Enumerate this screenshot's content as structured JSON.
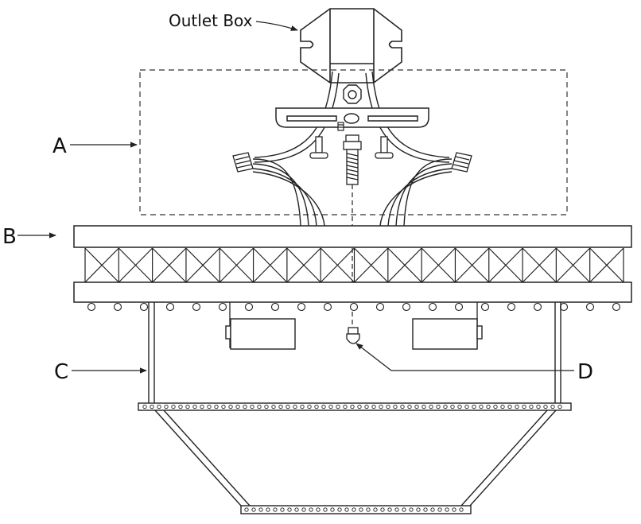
{
  "labels": {
    "outlet_box": "Outlet Box",
    "a": "A",
    "b": "B",
    "c": "C",
    "d": "D"
  },
  "colors": {
    "line": "#222222",
    "fill": "#ffffff",
    "background": "#ffffff"
  }
}
